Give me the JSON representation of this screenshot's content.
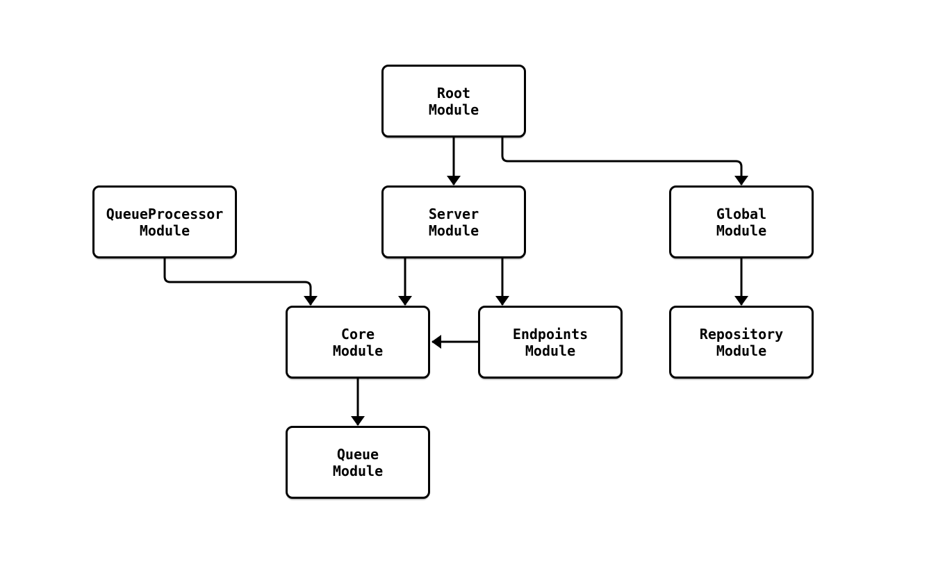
{
  "diagram": {
    "type": "flowchart",
    "background_color": "#ffffff",
    "line_color": "#000000",
    "node_fill_color": "#ffffff",
    "node_border_color": "#000000",
    "text_color": "#000000",
    "nodes": [
      {
        "id": "root",
        "line1": "Root",
        "line2": "Module"
      },
      {
        "id": "queueprocessor",
        "line1": "QueueProcessor",
        "line2": "Module"
      },
      {
        "id": "server",
        "line1": "Server",
        "line2": "Module"
      },
      {
        "id": "global",
        "line1": "Global",
        "line2": "Module"
      },
      {
        "id": "core",
        "line1": "Core",
        "line2": "Module"
      },
      {
        "id": "endpoints",
        "line1": "Endpoints",
        "line2": "Module"
      },
      {
        "id": "repository",
        "line1": "Repository",
        "line2": "Module"
      },
      {
        "id": "queue",
        "line1": "Queue",
        "line2": "Module"
      }
    ],
    "edges": [
      {
        "from": "Root Module",
        "to": "Server Module"
      },
      {
        "from": "Root Module",
        "to": "Global Module"
      },
      {
        "from": "QueueProcessor Module",
        "to": "Core Module"
      },
      {
        "from": "Server Module",
        "to": "Core Module"
      },
      {
        "from": "Server Module",
        "to": "Endpoints Module"
      },
      {
        "from": "Endpoints Module",
        "to": "Core Module"
      },
      {
        "from": "Global Module",
        "to": "Repository Module"
      },
      {
        "from": "Core Module",
        "to": "Queue Module"
      }
    ]
  }
}
